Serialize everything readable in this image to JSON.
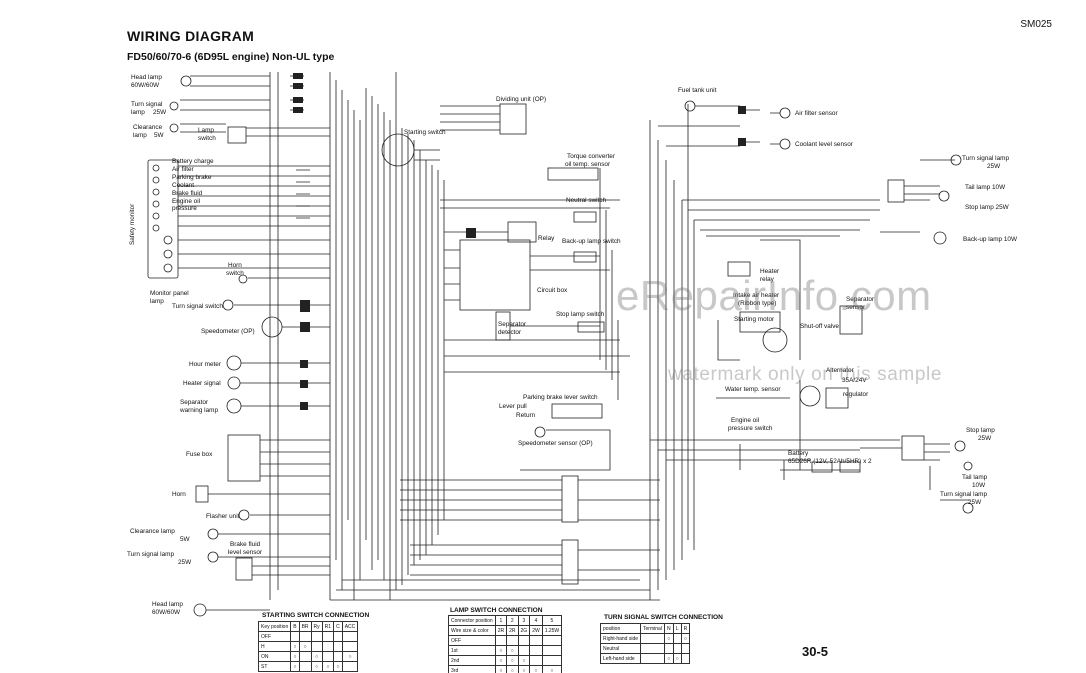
{
  "header": {
    "title": "WIRING DIAGRAM",
    "subtitle": "FD50/60/70-6 (6D95L engine) Non-UL type",
    "sheet_code": "SM025",
    "page_number": "30-5"
  },
  "watermark": {
    "site": "eRepairInfo.com",
    "notice": "watermark only on this sample"
  },
  "labels": {
    "head_lamp": "Head lamp",
    "head_lamp_w": "60W/60W",
    "turn_signal_lamp": "Turn signal",
    "turn_signal_lamp2": "lamp",
    "turn_25w": "25W",
    "clearance_lamp": "Clearance",
    "clearance_lamp2": "lamp",
    "clearance_5w": "5W",
    "lamp_switch": "Lamp",
    "lamp_switch2": "switch",
    "safety_monitor": "Safety monitor",
    "battery_charge": "Battery charge",
    "air_filter": "Air filter",
    "parking_brake": "Parking brake",
    "coolant": "Coolant",
    "brake_fluid": "Brake fluid",
    "engine_oil": "Engine oil",
    "pressure": "pressure",
    "horn_switch": "Horn",
    "horn_switch2": "switch",
    "monitor_panel_lamp": "Monitor panel",
    "monitor_panel_lamp2": "lamp",
    "turn_signal_switch": "Turn signal switch",
    "speedometer_op": "Speedometer (OP)",
    "hour_meter": "Hour meter",
    "heater_signal": "Heater signal",
    "separator_warning": "Separator",
    "separator_warning2": "warning lamp",
    "fuse_box": "Fuse box",
    "horn": "Horn",
    "flasher_unit": "Flasher unit",
    "clearance_lamp_b": "Clearance lamp",
    "clearance_lamp_b_w": "5W",
    "turn_signal_lamp_b": "Turn signal lamp",
    "turn_signal_lamp_b_w": "25W",
    "brake_fluid_sensor": "Brake fluid",
    "brake_fluid_sensor2": "level sensor",
    "head_lamp_b": "Head lamp",
    "head_lamp_b_w": "60W/60W",
    "dividing_unit": "Dividing unit (OP)",
    "starting_switch": "Starting switch",
    "torque_converter": "Torque converter",
    "torque_converter2": "oil temp. sensor",
    "neutral_switch": "Neutral switch",
    "relay": "Relay",
    "backup_lamp_switch": "Back-up lamp switch",
    "circuit_box": "Circuit box",
    "stop_lamp_switch": "Stop lamp switch",
    "separator_detector": "Separator",
    "separator_detector2": "detector",
    "parking_brake_switch": "Parking brake lever switch",
    "lever_pull": "Lever pull",
    "lever_return": "Return",
    "speedometer_sensor": "Speedometer sensor (OP)",
    "fuel_tank_unit": "Fuel tank unit",
    "air_filter_sensor": "Air filter sensor",
    "coolant_level_sensor": "Coolant level sensor",
    "turn_signal_lamp_r": "Turn signal lamp",
    "turn_signal_lamp_r_w": "25W",
    "tail_lamp": "Tail lamp 10W",
    "stop_lamp": "Stop lamp 25W",
    "backup_lamp": "Back-up lamp 10W",
    "heater_relay": "Heater",
    "heater_relay2": "relay",
    "intake_heater": "Intake air heater",
    "intake_heater2": "(Ribbon type)",
    "starting_motor": "Starting motor",
    "separator_sensor": "Separator",
    "separator_sensor2": "sensor",
    "shutoff_valve": "Shut-off valve",
    "alternator": "Alternator",
    "alternator_rating": "35A/24V",
    "regulator": "regulator",
    "water_temp_sensor": "Water temp. sensor",
    "engine_oil_switch": "Engine oil",
    "engine_oil_switch2": "pressure switch",
    "battery": "Battery",
    "battery_spec": "65D26R (12V, 52Ah/5HR) x 2",
    "stop_lamp_b": "Stop lamp",
    "stop_lamp_b_w": "25W",
    "tail_lamp_b": "Tail lamp",
    "tail_lamp_b_w": "10W",
    "turn_signal_lamp_rb": "Turn signal lamp",
    "turn_signal_lamp_rb_w": "25W"
  },
  "tables": {
    "starting": {
      "title": "STARTING SWITCH CONNECTION",
      "header": [
        "Key position",
        "B",
        "BR",
        "Ry",
        "R1",
        "C",
        "ACC"
      ],
      "rows": [
        [
          "OFF",
          "",
          "",
          "",
          "",
          "",
          ""
        ],
        [
          "H",
          "○",
          "○",
          "",
          "",
          "",
          ""
        ],
        [
          "ON",
          "○",
          "",
          "○",
          "",
          "",
          "○"
        ],
        [
          "ST",
          "○",
          "",
          "○",
          "○",
          "○",
          ""
        ]
      ]
    },
    "lamp": {
      "title": "LAMP SWITCH CONNECTION",
      "header": [
        "Connector position",
        "1",
        "2",
        "3",
        "4",
        "5"
      ],
      "sub": [
        "Wire size & color",
        "2R",
        "2R",
        "2G",
        "2W",
        "1.25W"
      ],
      "rows": [
        [
          "OFF",
          "",
          "",
          "",
          "",
          ""
        ],
        [
          "1st",
          "○",
          "○",
          "",
          "",
          ""
        ],
        [
          "2nd",
          "○",
          "○",
          "○",
          "",
          ""
        ],
        [
          "3rd",
          "○",
          "○",
          "○",
          "○",
          "○"
        ]
      ]
    },
    "turn": {
      "title": "TURN SIGNAL SWITCH CONNECTION",
      "header": [
        "position",
        "Terminal",
        "N",
        "L",
        "R"
      ],
      "rows": [
        [
          "Right-hand side",
          "",
          "○",
          "",
          "○"
        ],
        [
          "Neutral",
          "",
          "",
          "",
          ""
        ],
        [
          "Left-hand side",
          "",
          "○",
          "○",
          ""
        ]
      ]
    }
  }
}
